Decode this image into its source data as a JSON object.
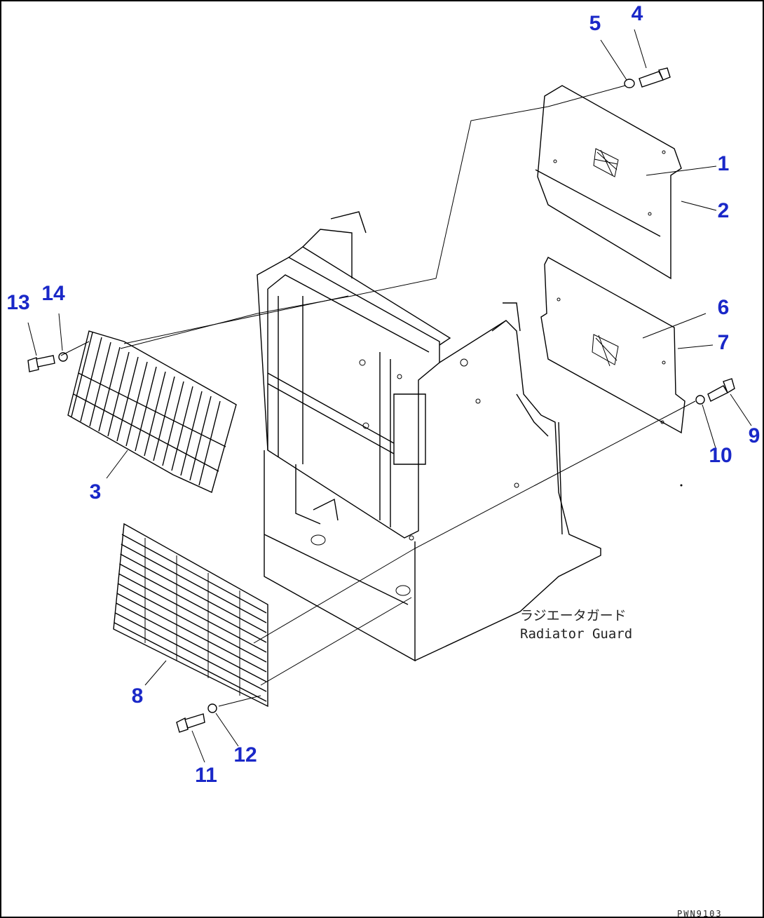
{
  "labels": {
    "l1": "1",
    "l2": "2",
    "l3": "3",
    "l4": "4",
    "l5": "5",
    "l6": "6",
    "l7": "7",
    "l8": "8",
    "l9": "9",
    "l10": "10",
    "l11": "11",
    "l12": "12",
    "l13": "13",
    "l14": "14"
  },
  "caption": {
    "japanese": "ラジエータガード",
    "english": "Radiator Guard"
  },
  "drawing_code": "PWN9103",
  "colors": {
    "label": "#1a28c8",
    "line": "#000000"
  }
}
